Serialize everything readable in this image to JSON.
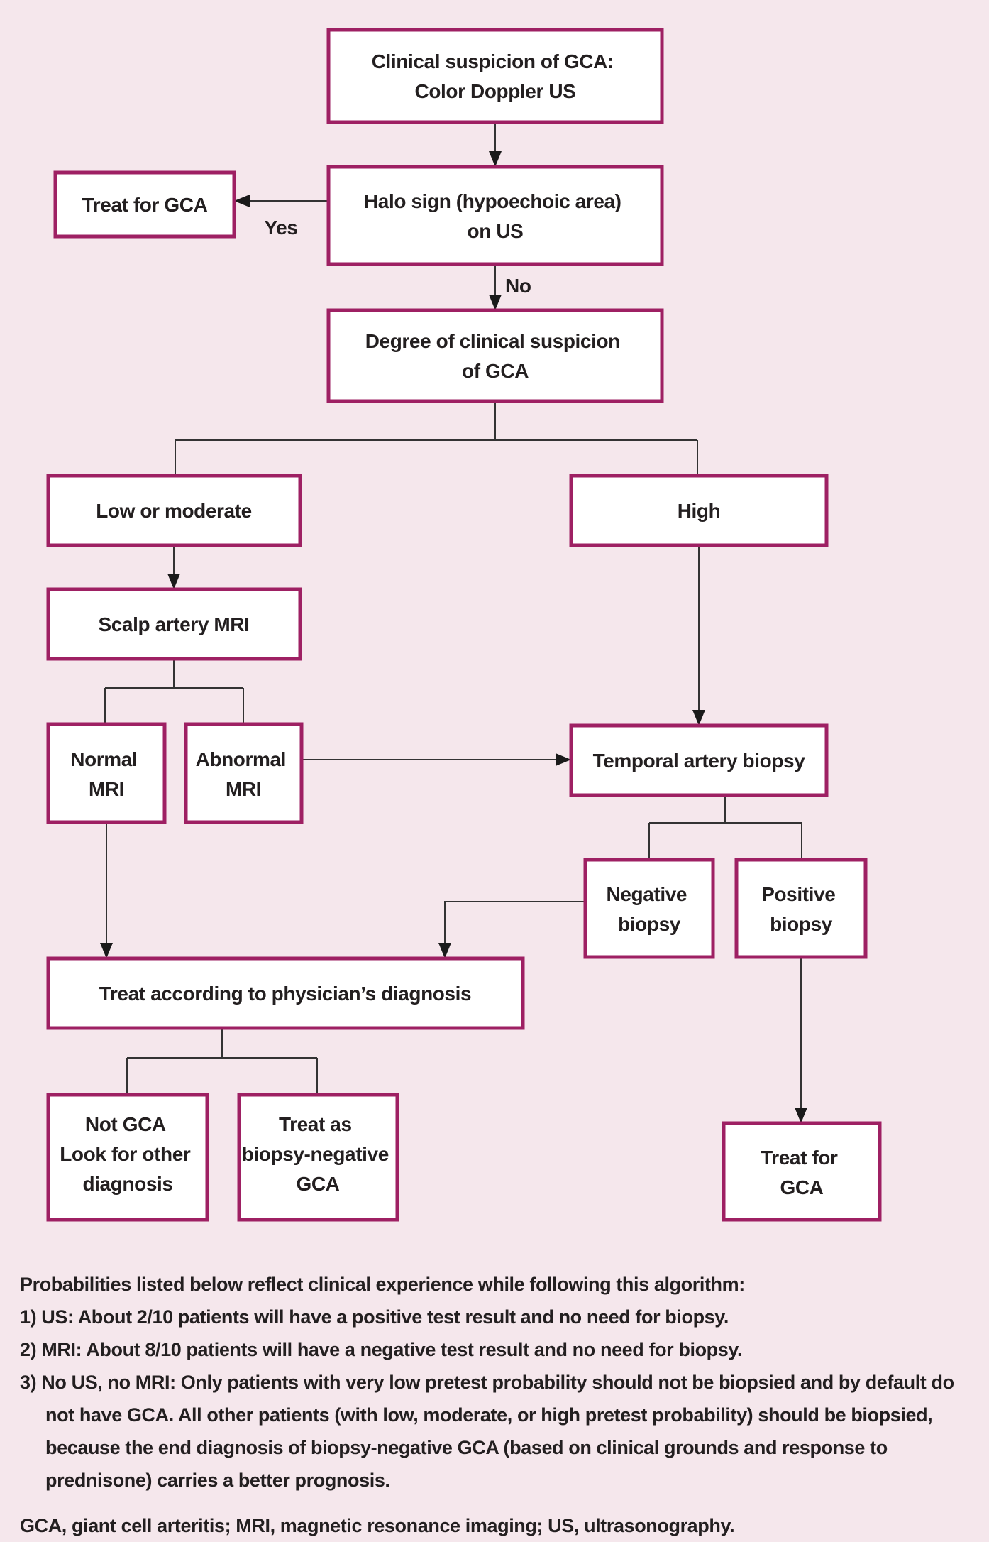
{
  "figure": {
    "type": "flowchart",
    "topic": "Diagnostic algorithm for clinical suspicion of GCA"
  },
  "colors": {
    "background": "#f5e7ec",
    "box_fill": "#ffffff",
    "box_border": "#9e2063",
    "text": "#231f20",
    "connector": "#333333"
  },
  "nodes": {
    "clinical_suspicion": {
      "label": "Clinical suspicion of GCA: Color Doppler US",
      "lines": [
        "Clinical suspicion of GCA:",
        "Color Doppler US"
      ]
    },
    "halo_sign": {
      "label": "Halo sign (hypoechoic area) on US",
      "lines": [
        "Halo sign (hypoechoic area)",
        "on US"
      ]
    },
    "treat_for_gca_top": {
      "label": "Treat for GCA",
      "lines": [
        "Treat for GCA"
      ]
    },
    "degree_suspicion": {
      "label": "Degree of clinical suspicion of GCA",
      "lines": [
        "Degree of clinical suspicion",
        "of GCA"
      ]
    },
    "low_moderate": {
      "label": "Low or moderate",
      "lines": [
        "Low or moderate"
      ]
    },
    "high": {
      "label": "High",
      "lines": [
        "High"
      ]
    },
    "scalp_mri": {
      "label": "Scalp artery MRI",
      "lines": [
        "Scalp artery MRI"
      ]
    },
    "normal_mri": {
      "label": "Normal MRI",
      "lines": [
        "Normal",
        "MRI"
      ]
    },
    "abnormal_mri": {
      "label": "Abnormal MRI",
      "lines": [
        "Abnormal",
        "MRI"
      ]
    },
    "temporal_biopsy": {
      "label": "Temporal artery biopsy",
      "lines": [
        "Temporal artery biopsy"
      ]
    },
    "negative_biopsy": {
      "label": "Negative biopsy",
      "lines": [
        "Negative",
        "biopsy"
      ]
    },
    "positive_biopsy": {
      "label": "Positive biopsy",
      "lines": [
        "Positive",
        "biopsy"
      ]
    },
    "treat_physician": {
      "label": "Treat according to physician’s diagnosis",
      "lines": [
        "Treat according to physician’s diagnosis"
      ]
    },
    "not_gca": {
      "label": "Not GCA Look for other diagnosis",
      "lines": [
        "Not GCA",
        "Look for other",
        "diagnosis"
      ]
    },
    "treat_biopsy_negative": {
      "label": "Treat as biopsy-negative GCA",
      "lines": [
        "Treat as",
        "biopsy-negative",
        "GCA"
      ]
    },
    "treat_for_gca_bottom": {
      "label": "Treat for GCA",
      "lines": [
        "Treat for",
        "GCA"
      ]
    }
  },
  "edge_labels": {
    "yes": "Yes",
    "no": "No"
  },
  "notes": {
    "intro": "Probabilities listed below reflect clinical experience while following this algorithm:",
    "items": [
      "1) US: About 2/10 patients will have a positive test result and no need for biopsy.",
      "2) MRI: About 8/10 patients will have a negative test result and no need for biopsy.",
      "3) No US, no MRI: Only patients with very low pretest probability should not be biopsied and by default do not have GCA. All other patients (with low, moderate, or high pretest probability) should be biopsied, because the end diagnosis of biopsy-negative GCA (based on clinical grounds and response to prednisone) carries a better prognosis."
    ],
    "abbreviations": "GCA, giant cell arteritis; MRI, magnetic resonance imaging; US, ultrasonography."
  }
}
